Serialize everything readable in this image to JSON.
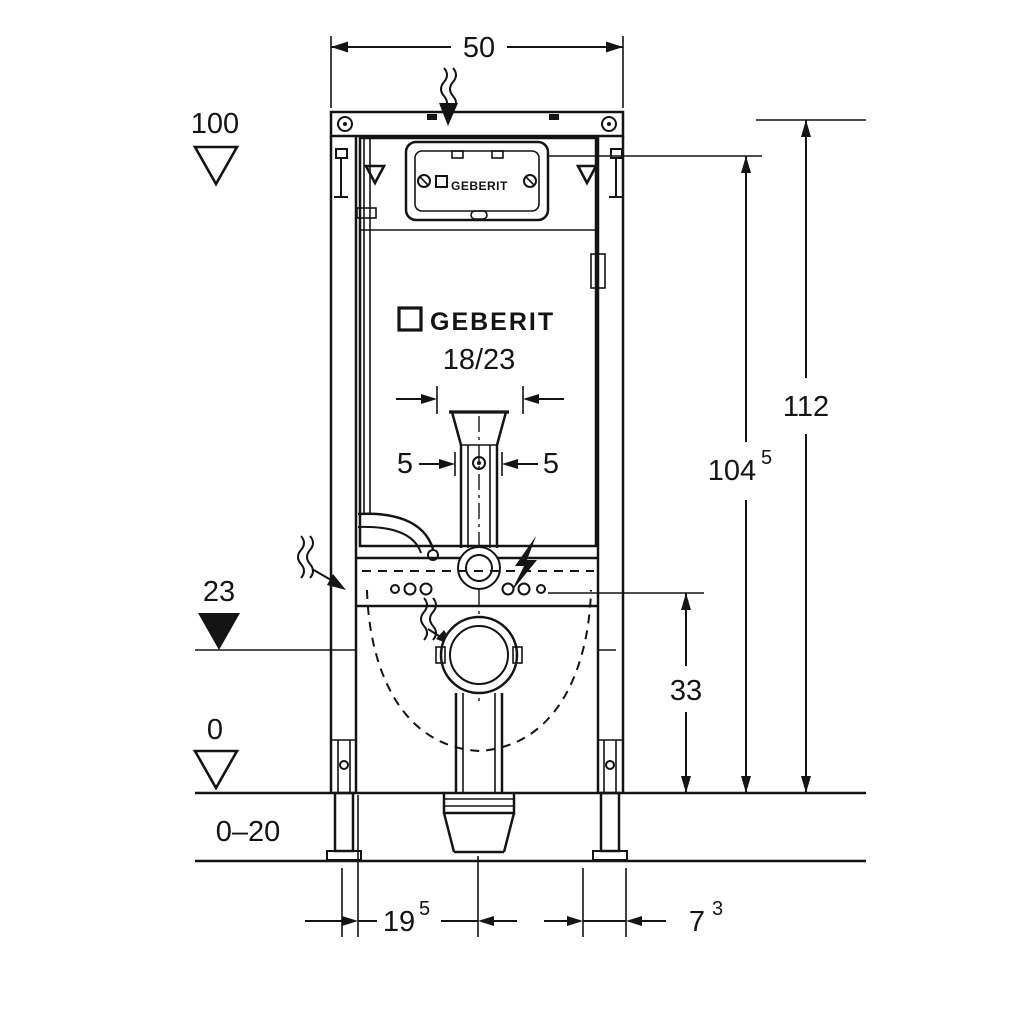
{
  "brand": {
    "logo_text": "GEBERIT",
    "panel_logo_text": "GEBERIT",
    "model_text": "18/23"
  },
  "dims": {
    "width_top": "50",
    "total_height": "112",
    "actuation_main": "104",
    "actuation_sup": "5",
    "outlet_height": "33",
    "level_top": "100",
    "level_mid": "23",
    "level_floor": "0",
    "floor_range": "0–20",
    "pipe_offset_left": "5",
    "pipe_offset_right": "5",
    "bottom_left_main": "19",
    "bottom_left_sup": "5",
    "bottom_right_main": "7",
    "bottom_right_sup": "3"
  },
  "colors": {
    "line": "#141414",
    "background": "#ffffff"
  }
}
